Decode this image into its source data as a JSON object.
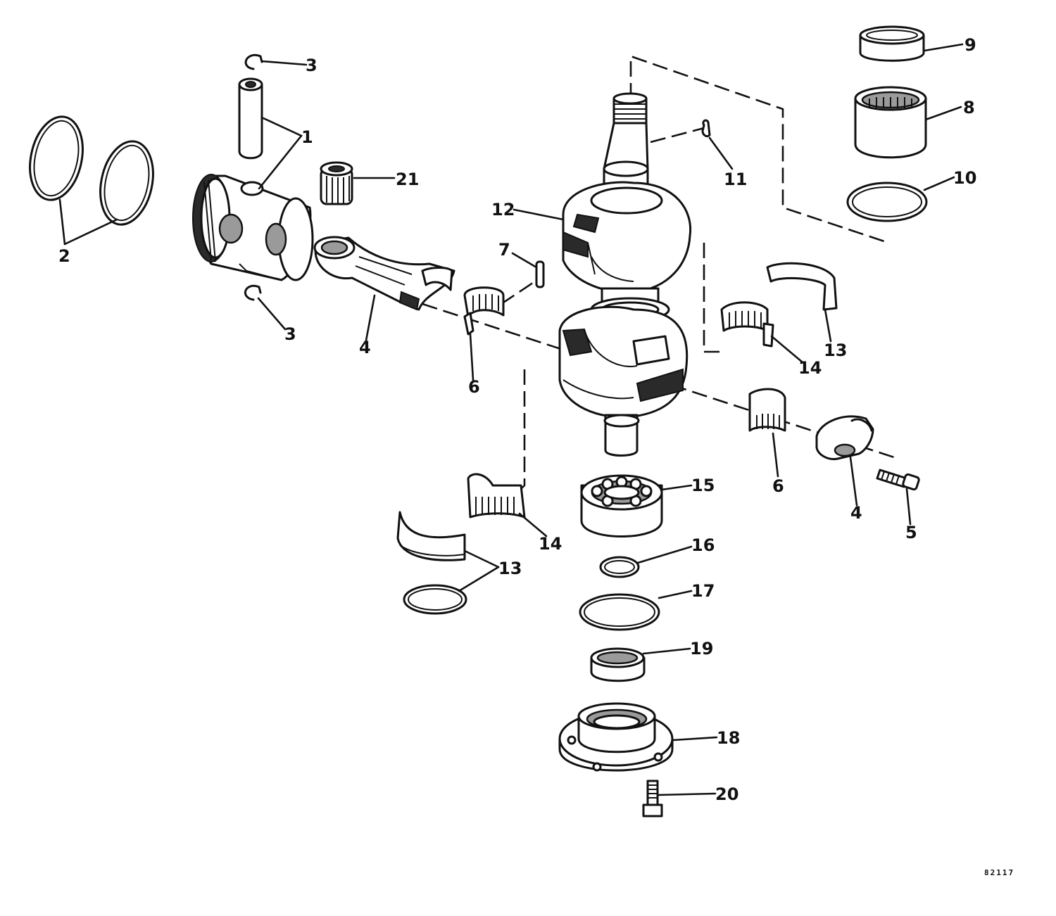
{
  "callouts": {
    "c1": "1",
    "c2": "2",
    "c3a": "3",
    "c3b": "3",
    "c4a": "4",
    "c4b": "4",
    "c5": "5",
    "c6a": "6",
    "c6b": "6",
    "c7": "7",
    "c8": "8",
    "c9": "9",
    "c10": "10",
    "c11": "11",
    "c12": "12",
    "c13a": "13",
    "c13b": "13",
    "c14a": "14",
    "c14b": "14",
    "c15": "15",
    "c16": "16",
    "c17": "17",
    "c18": "18",
    "c19": "19",
    "c20": "20",
    "c21": "21"
  },
  "figure_code": "82117"
}
